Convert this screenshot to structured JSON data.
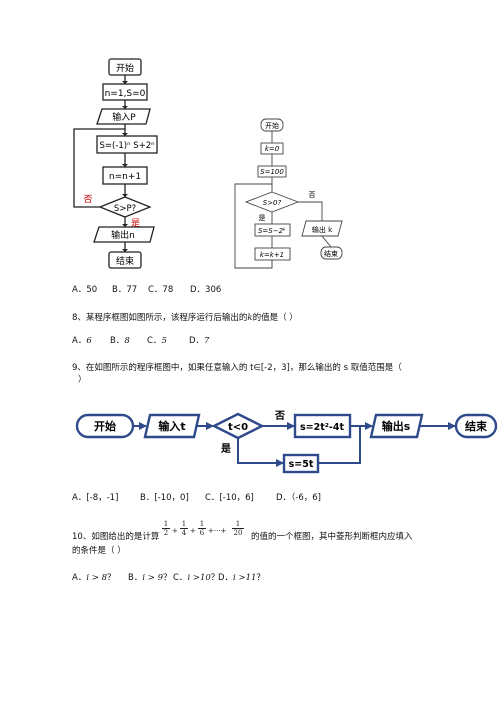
{
  "flowchart_a": {
    "start": "开始",
    "init": "n=1,S=0",
    "input": "输入P",
    "update_s": "S=(-1)ⁿ S+2ⁿ",
    "increment": "n=n+1",
    "condition": "S>P?",
    "no_label": "否",
    "yes_label": "是",
    "output": "输出n",
    "end": "结束"
  },
  "flowchart_b": {
    "start": "开始",
    "init_k": "k=0",
    "init_s": "S=100",
    "condition": "S>0?",
    "no_label": "否",
    "yes_label": "是",
    "update_s": "S=S−2ᵏ",
    "increment": "k=k+1",
    "output": "输出 k",
    "end": "结束"
  },
  "q7_options": {
    "a": "A．50",
    "b": "B．77",
    "c": "C．78",
    "d": "D．306"
  },
  "q8": {
    "stem_a": "8、某程序框图如图所示，该程序运行后输出的",
    "stem_var": "k",
    "stem_b": "的值是（    ）",
    "opt_a": "A．",
    "val_a": "6",
    "opt_b": "B．",
    "val_b": "8",
    "opt_c": "C．",
    "val_c": "5",
    "opt_d": "D．",
    "val_d": "7"
  },
  "q9": {
    "stem_line1": "9、在如图所示的程序框图中，如果任意输入的 t∈[-2，3]，那么输出的 s 取值范围是（",
    "stem_line2": "）",
    "flow": {
      "start": "开始",
      "input": "输入t",
      "condition": "t<0",
      "no_label": "否",
      "yes_label": "是",
      "branch_no": "s=2t²-4t",
      "branch_yes": "s=5t",
      "output": "输出s",
      "end": "结束"
    },
    "opt_a": "A．[-8，-1]",
    "opt_b": "B．[-10，0]",
    "opt_c": "C．[-10，6]",
    "opt_d": "D．（-6，6]"
  },
  "q10": {
    "stem_a": "10、如图给出的是计算",
    "series": [
      "1/2",
      "1/4",
      "1/6",
      "1/20"
    ],
    "plus": "+",
    "dots": "+···+",
    "stem_b": "的值的一个框图，其中菱形判断框内应填入",
    "stem_line2": "的条件是（    ）",
    "opt_a": "A．",
    "cond_a": "i > 8",
    "q_a": "？",
    "opt_b": "B．",
    "cond_b": "i > 9",
    "q_b": "？",
    "opt_c": "C．",
    "cond_c": "i >10",
    "q_c": "？",
    "opt_d": "D．",
    "cond_d": "i >11",
    "q_d": "？"
  }
}
